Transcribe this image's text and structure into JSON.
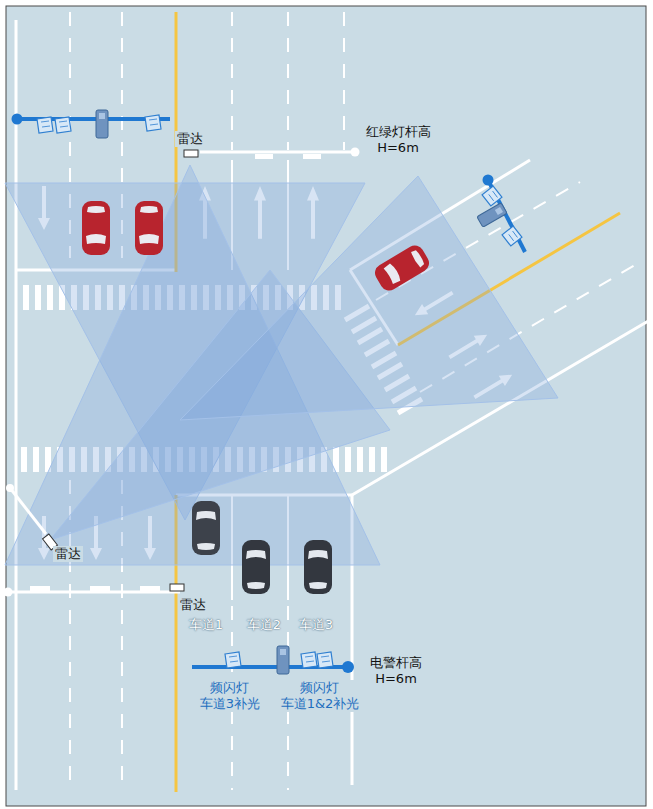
{
  "diagram": {
    "labels": [
      "雷达",
      "红绿灯杆高 H=6m",
      "雷达",
      "雷达",
      "车道1",
      "车道2",
      "车道3",
      "电警杆高 H=6m",
      "频闪灯 车道3补光",
      "频闪灯 车道1&2补光"
    ]
  }
}
